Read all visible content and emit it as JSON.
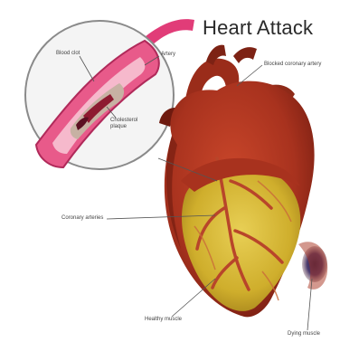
{
  "title": "Heart Attack",
  "labels": {
    "blood_clot": "Blood clot",
    "artery": "Artery",
    "cholesterol_plaque": "Cholesterol plaque",
    "blocked_artery": "Blocked coronary artery",
    "coronary_arteries": "Coronary arteries",
    "healthy_muscle": "Healthy muscle",
    "dying_muscle": "Dying muscle"
  },
  "colors": {
    "heart": "#a8321e",
    "heart_dark": "#6e1a0f",
    "muscle": "#d9b93a",
    "artery_pink": "#e13c78",
    "dying_area": "#3a2b5e"
  }
}
